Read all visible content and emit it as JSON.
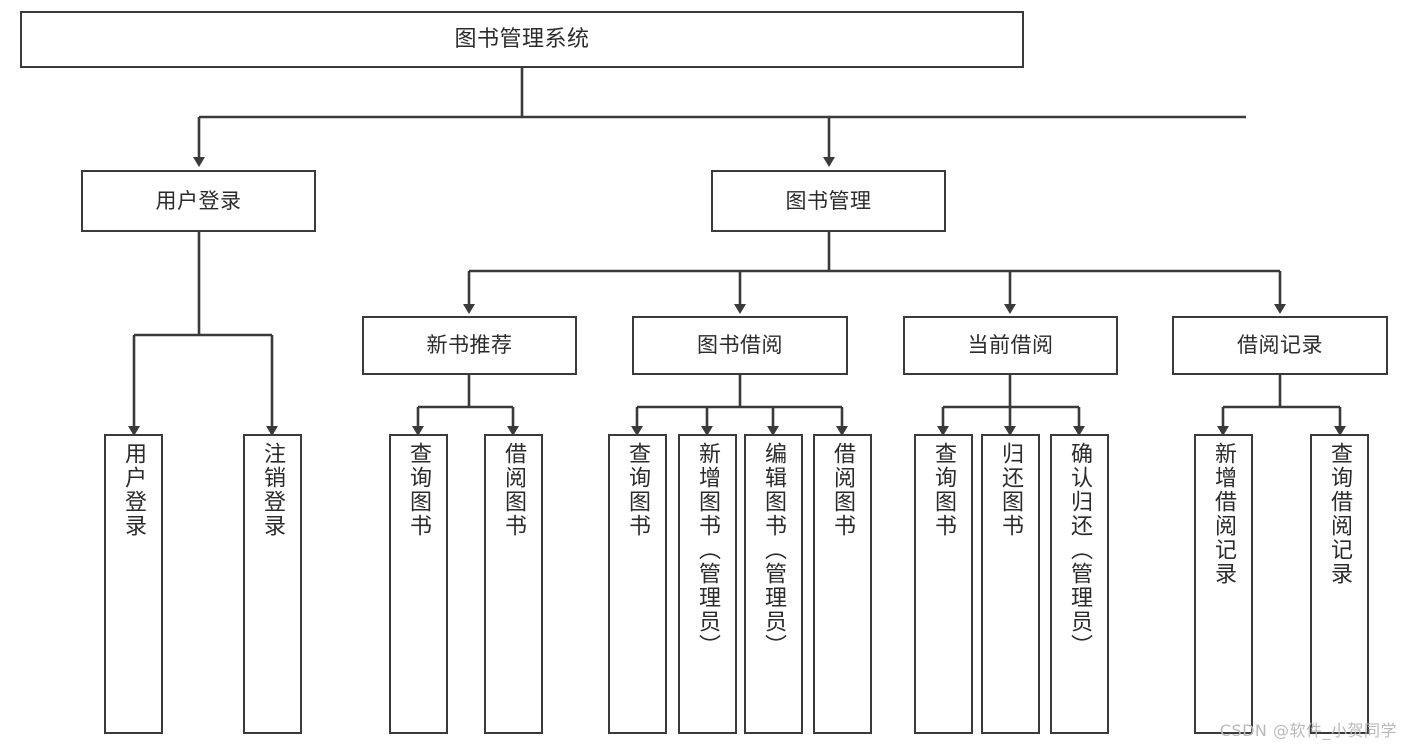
{
  "diagram": {
    "title": "图书管理系统",
    "watermark": "CSDN @软件_小贺同学",
    "line_color": "#3a3a3a",
    "box_fill": "#ffffff",
    "text_color": "#2b2b2b",
    "nodes": {
      "root": {
        "label": "图书管理系统"
      },
      "level2": [
        {
          "id": "user-login",
          "label": "用户登录"
        },
        {
          "id": "book-management",
          "label": "图书管理"
        }
      ],
      "level3": [
        {
          "id": "new-book-recommend",
          "label": "新书推荐"
        },
        {
          "id": "book-borrow",
          "label": "图书借阅"
        },
        {
          "id": "current-borrow",
          "label": "当前借阅"
        },
        {
          "id": "borrow-record",
          "label": "借阅记录"
        }
      ],
      "leaves": {
        "user-login": [
          {
            "id": "leaf-user-login",
            "label": "用户登录"
          },
          {
            "id": "leaf-logout-login",
            "label": "注销登录"
          }
        ],
        "new-book-recommend": [
          {
            "id": "leaf-query-book-1",
            "label": "查询图书"
          },
          {
            "id": "leaf-borrow-book-1",
            "label": "借阅图书"
          }
        ],
        "book-borrow": [
          {
            "id": "leaf-query-book-2",
            "label": "查询图书"
          },
          {
            "id": "leaf-add-book-admin",
            "label": "新增图书（管理员）"
          },
          {
            "id": "leaf-edit-book-admin",
            "label": "编辑图书（管理员）"
          },
          {
            "id": "leaf-borrow-book-2",
            "label": "借阅图书"
          }
        ],
        "current-borrow": [
          {
            "id": "leaf-query-book-3",
            "label": "查询图书"
          },
          {
            "id": "leaf-return-book",
            "label": "归还图书"
          },
          {
            "id": "leaf-confirm-return-admin",
            "label": "确认归还（管理员）"
          }
        ],
        "borrow-record": [
          {
            "id": "leaf-add-borrow-record",
            "label": "新增借阅记录"
          },
          {
            "id": "leaf-query-borrow-record",
            "label": "查询借阅记录"
          }
        ]
      }
    }
  }
}
